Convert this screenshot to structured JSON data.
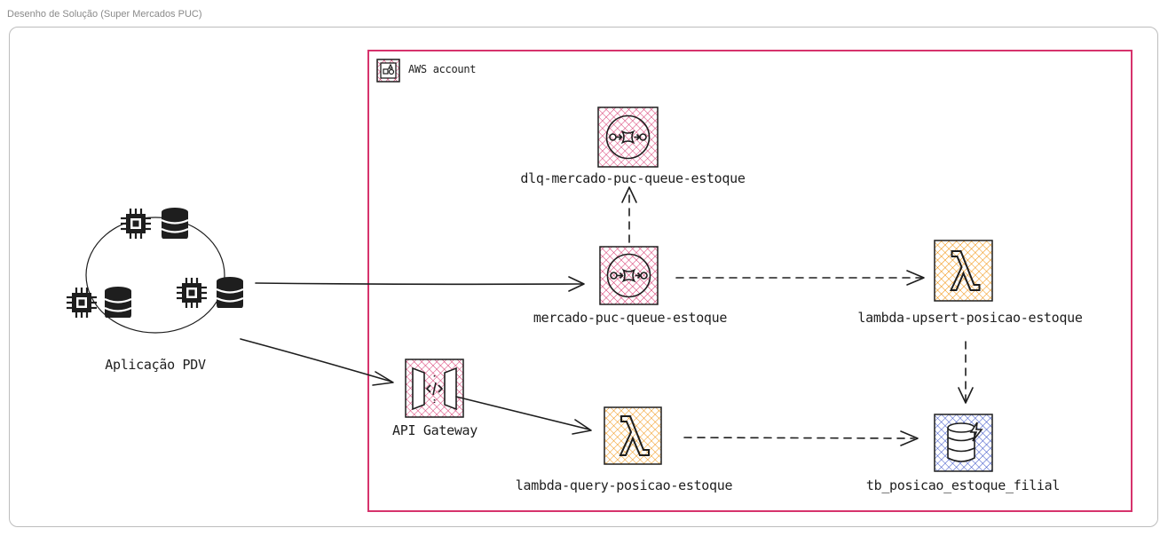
{
  "frame": {
    "title": "Desenho de Solução (Super Mercados PUC)"
  },
  "account": {
    "label": "AWS account",
    "color": "#d6336c"
  },
  "nodes": {
    "pdv": "Aplicação PDV",
    "dlq": "dlq-mercado-puc-queue-estoque",
    "queue": "mercado-puc-queue-estoque",
    "upsert": "lambda-upsert-posicao-estoque",
    "gateway": "API Gateway",
    "query": "lambda-query-posicao-estoque",
    "table": "tb_posicao_estoque_filial"
  },
  "colors": {
    "sqs": "#d6336c",
    "lambda": "#f08c00",
    "dynamodb": "#364fc7",
    "gateway": "#d6336c",
    "stroke": "#1e1e1e"
  },
  "icons": {
    "sqs": "sqs-queue-icon",
    "lambda": "lambda-icon",
    "dynamodb": "dynamodb-table-icon",
    "gateway": "api-gateway-icon",
    "pdv": "server-database-icon"
  }
}
